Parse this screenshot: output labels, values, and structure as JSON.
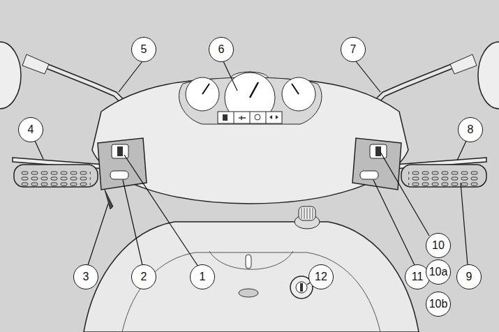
{
  "diagram": {
    "labels": [
      "5",
      "6",
      "7",
      "4",
      "8",
      "10",
      "3",
      "2",
      "1",
      "12",
      "11",
      "10a",
      "9",
      "10b"
    ]
  }
}
